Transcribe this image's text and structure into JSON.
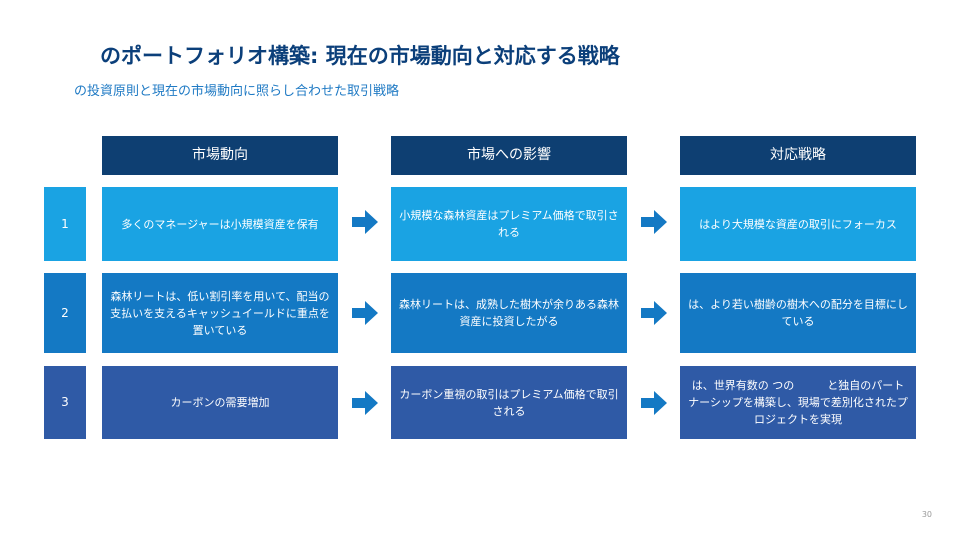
{
  "title": "のポートフォリオ構築: 現在の市場動向と対応する戦略",
  "subtitle": "の投資原則と現在の市場動向に照らし合わせた取引戦略",
  "headers": [
    "市場動向",
    "市場への影響",
    "対応戦略"
  ],
  "rows": [
    {
      "number": "1",
      "trend": "多くのマネージャーは小規模資産を保有",
      "impact": "小規模な森林資産はプレミアム価格で取引される",
      "strategy": "はより大規模な資産の取引にフォーカス"
    },
    {
      "number": "2",
      "trend": "森林リートは、低い割引率を用いて、配当の支払いを支えるキャッシュイールドに重点を置いている",
      "impact": "森林リートは、成熟した樹木が余りある森林資産に投資したがる",
      "strategy": "は、より若い樹齢の樹木への配分を目標にしている"
    },
    {
      "number": "3",
      "trend": "カーボンの需要増加",
      "impact": "カーボン重視の取引はプレミアム価格で取引される",
      "strategy": "は、世界有数の つの　　　と独自のパートナーシップを構築し、現場で差別化されたプロジェクトを実現"
    }
  ],
  "page_number": "30",
  "colors": {
    "title": "#0b3f7a",
    "subtitle": "#1f7ac4",
    "header_bg": "#0e3f72",
    "row1_bg": "#1aa3e3",
    "row2_bg": "#1479c4",
    "row3_bg": "#2f5aa6",
    "arrow": "#1479c4"
  },
  "icons": [
    "arrow-right-icon"
  ]
}
